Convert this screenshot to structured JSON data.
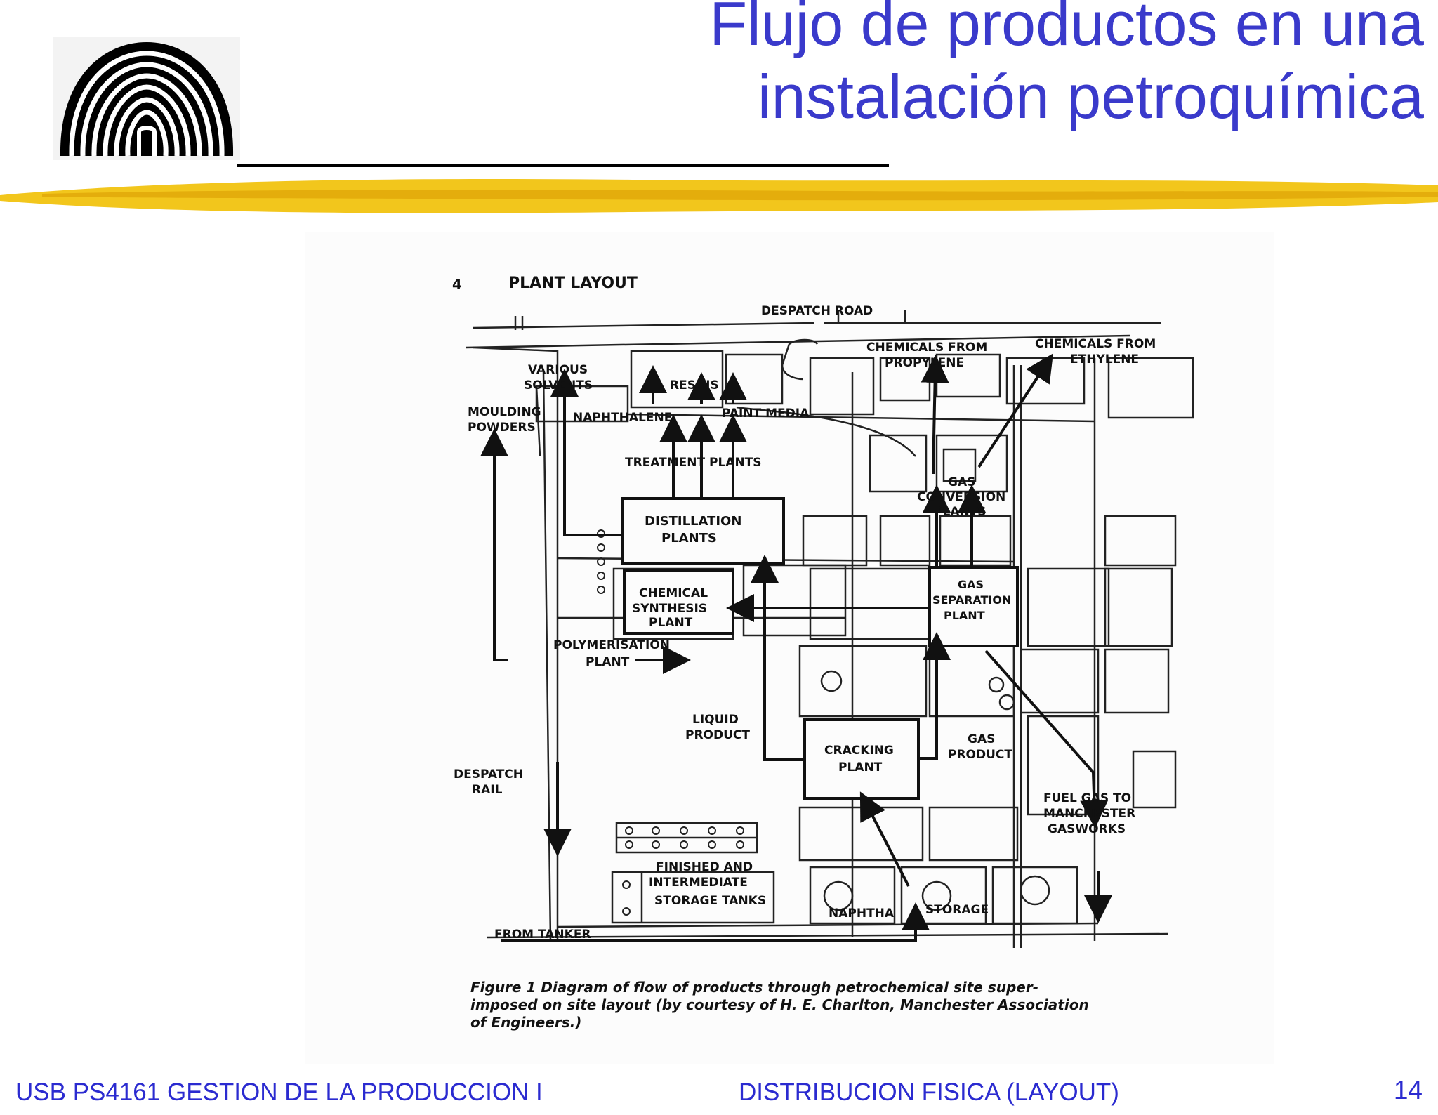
{
  "slide": {
    "title_line1": "Flujo de productos en una",
    "title_line2": "instalación petroquímica",
    "accent_color": "#3a3acb",
    "stripe_color": "#f0c21a"
  },
  "figure": {
    "page_number": "4",
    "heading": "PLANT LAYOUT",
    "labels": {
      "despatch_road": "DESPATCH ROAD",
      "chem_propylene_1": "CHEMICALS FROM",
      "chem_propylene_2": "PROPYLENE",
      "chem_ethylene_1": "CHEMICALS FROM",
      "chem_ethylene_2": "ETHYLENE",
      "various_1": "VARIOUS",
      "various_2": "SOLVENTS",
      "resins": "RESINS",
      "moulding_1": "MOULDING",
      "moulding_2": "POWDERS",
      "naphthalene": "NAPHTHALENE",
      "paint_media": "PAINT MEDIA",
      "treatment": "TREATMENT PLANTS",
      "gas_conv_1": "GAS",
      "gas_conv_2": "CONVERSION",
      "gas_conv_3": "PLANTS",
      "distillation_1": "DISTILLATION",
      "distillation_2": "PLANTS",
      "chem_syn_1": "CHEMICAL",
      "chem_syn_2": "SYNTHESIS",
      "chem_syn_3": "PLANT",
      "gas_sep_1": "GAS",
      "gas_sep_2": "SEPARATION",
      "gas_sep_3": "PLANT",
      "polymer_1": "POLYMERISATION",
      "polymer_2": "PLANT",
      "liquid_1": "LIQUID",
      "liquid_2": "PRODUCT",
      "gas_prod_1": "GAS",
      "gas_prod_2": "PRODUCT",
      "cracking_1": "CRACKING",
      "cracking_2": "PLANT",
      "despatch_rail_1": "DESPATCH",
      "despatch_rail_2": "RAIL",
      "fuel_1": "FUEL GAS TO",
      "fuel_2": "MANCHESTER",
      "fuel_3": "GASWORKS",
      "finished_1": "FINISHED AND",
      "finished_2": "INTERMEDIATE",
      "finished_3": "STORAGE TANKS",
      "naphtha": "NAPHTHA",
      "storage": "STORAGE",
      "from_tanker": "FROM TANKER"
    },
    "caption_line1": "Figure 1   Diagram of flow of products through petrochemical site super-",
    "caption_line2": "imposed on site layout (by courtesy of H. E. Charlton, Manchester Association",
    "caption_line3": "of Engineers.)"
  },
  "footer": {
    "course": "USB PS4161  GESTION DE LA PRODUCCION I",
    "topic": "DISTRIBUCION FISICA (LAYOUT)",
    "page": "14"
  }
}
